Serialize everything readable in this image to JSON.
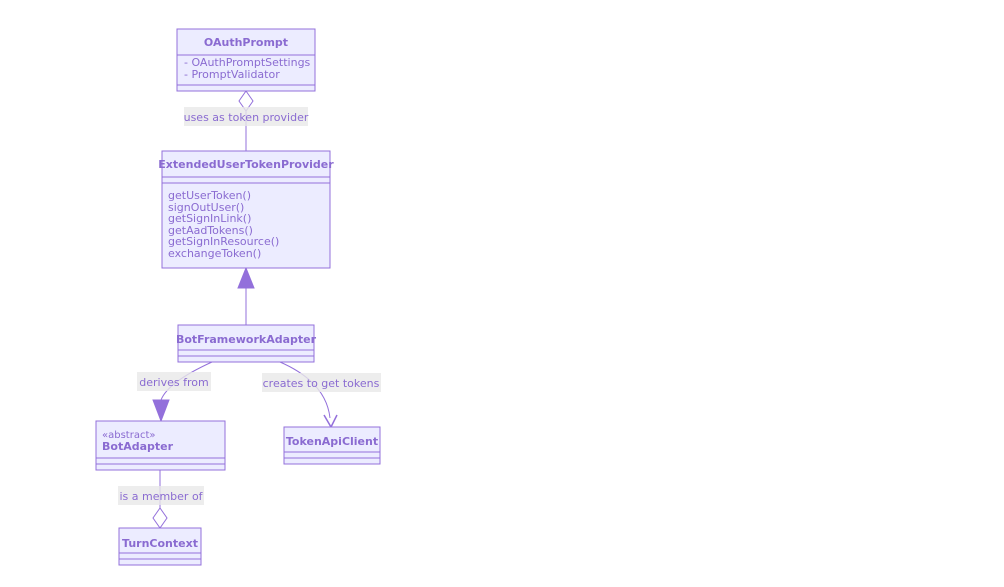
{
  "classes": {
    "oauth_prompt": {
      "name": "OAuthPrompt",
      "attributes": [
        "- OAuthPromptSettings",
        "- PromptValidator"
      ]
    },
    "extended_provider": {
      "name": "ExtendedUserTokenProvider",
      "methods": [
        "getUserToken()",
        "signOutUser()",
        "getSignInLink()",
        "getAadTokens()",
        "getSignInResource()",
        "exchangeToken()"
      ]
    },
    "bot_framework_adapter": {
      "name": "BotFrameworkAdapter"
    },
    "bot_adapter": {
      "stereotype": "«abstract»",
      "name": "BotAdapter"
    },
    "token_api_client": {
      "name": "TokenApiClient"
    },
    "turn_context": {
      "name": "TurnContext"
    }
  },
  "relations": {
    "uses_token_provider": "uses as token provider",
    "derives_from": "derives from",
    "creates_tokens": "creates to get tokens",
    "member_of": "is a member of"
  },
  "colors": {
    "box_fill": "#ececff",
    "box_stroke": "#9370db",
    "text": "#8a6bd1"
  }
}
